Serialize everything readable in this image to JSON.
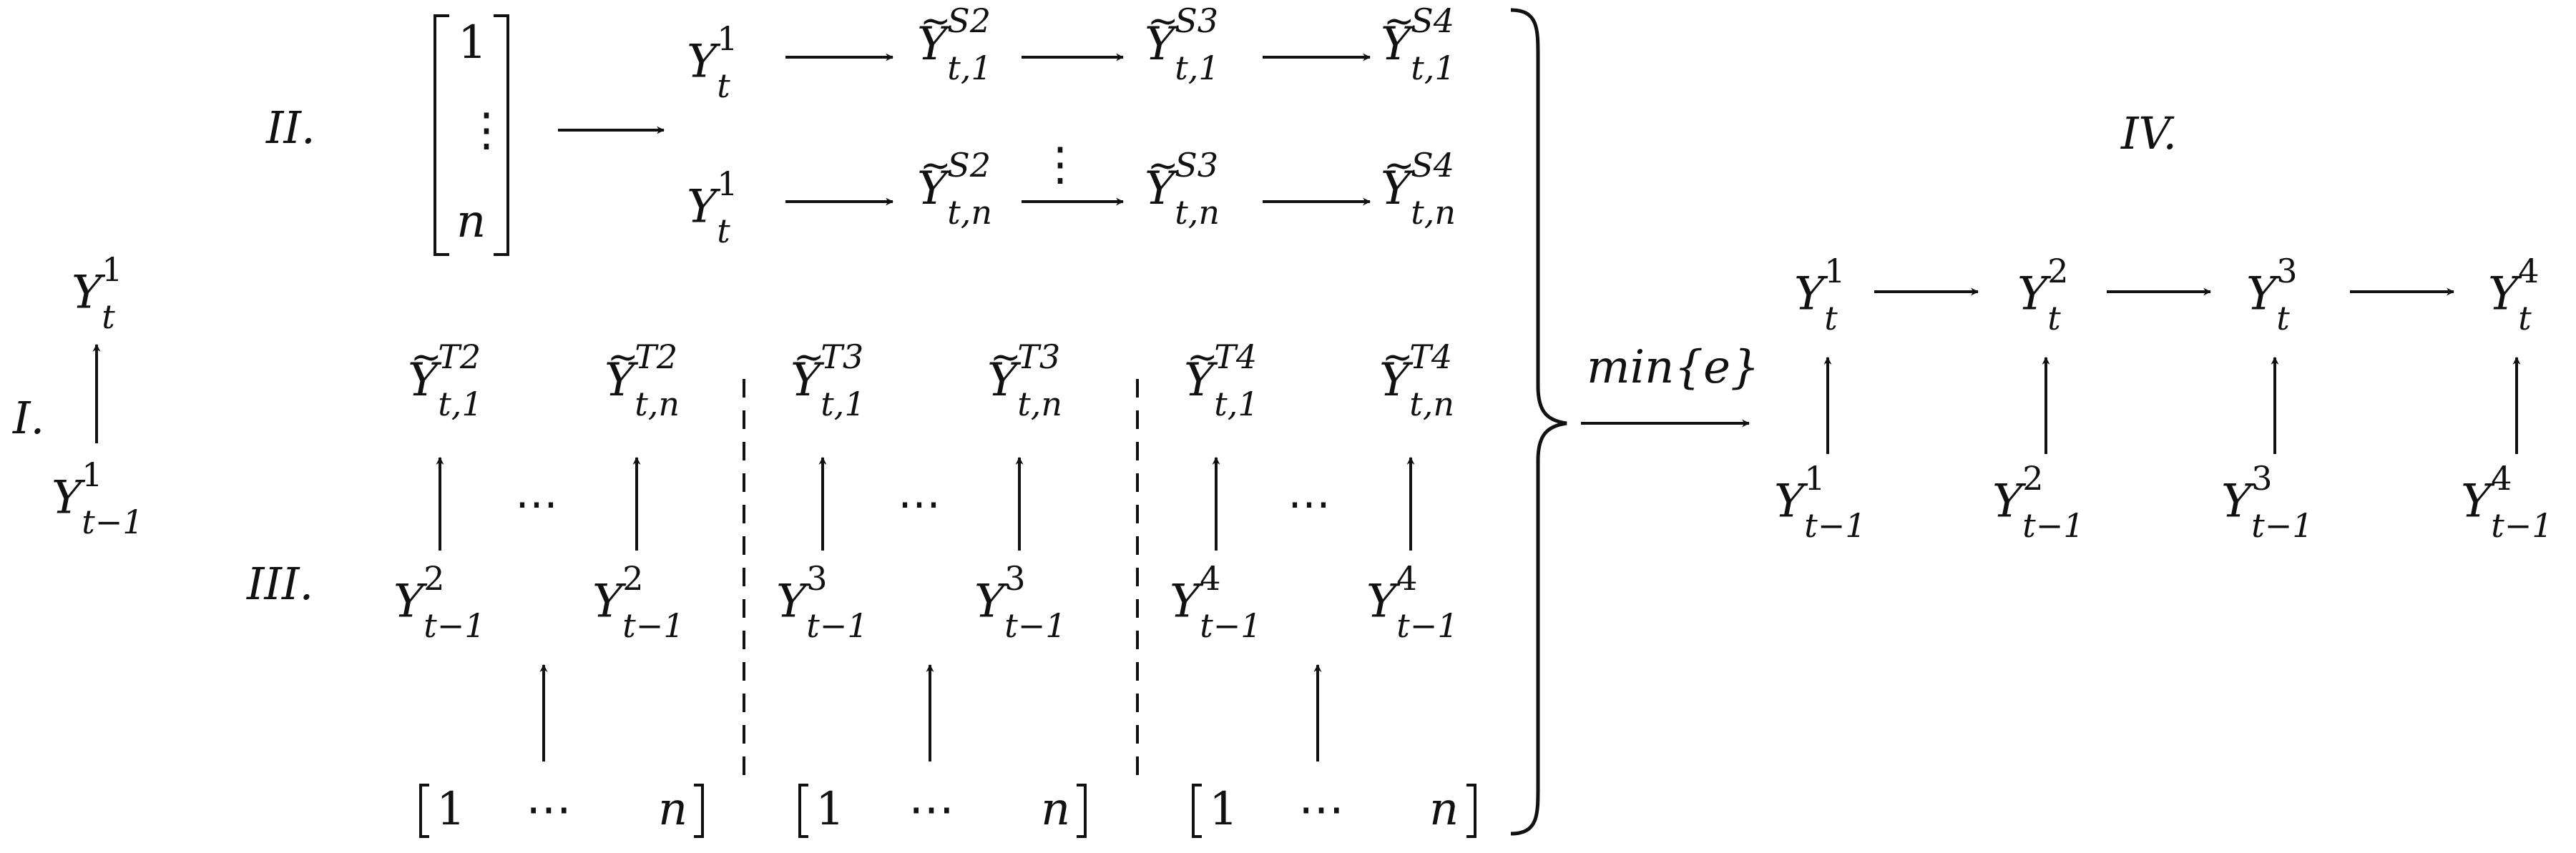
{
  "labels": {
    "I": "I.",
    "II": "II.",
    "III": "III.",
    "IV": "IV."
  },
  "vector": {
    "first": "1",
    "dots": "⋮",
    "last": "n"
  },
  "row_vector": {
    "first": "1",
    "dots": "⋯",
    "last": "n"
  },
  "ellipsis_h": "⋯",
  "ellipsis_v": "⋮",
  "min_label": "min{e}",
  "symbols": {
    "Y": "Y",
    "t": "t",
    "t_minus_1": "t−1",
    "t1": "t,1",
    "tn": "t,n",
    "one": "1",
    "two": "2",
    "three": "3",
    "four": "4",
    "S2": "S2",
    "S3": "S3",
    "S4": "S4",
    "T2": "T2",
    "T3": "T3",
    "T4": "T4",
    "tilde": "~"
  }
}
